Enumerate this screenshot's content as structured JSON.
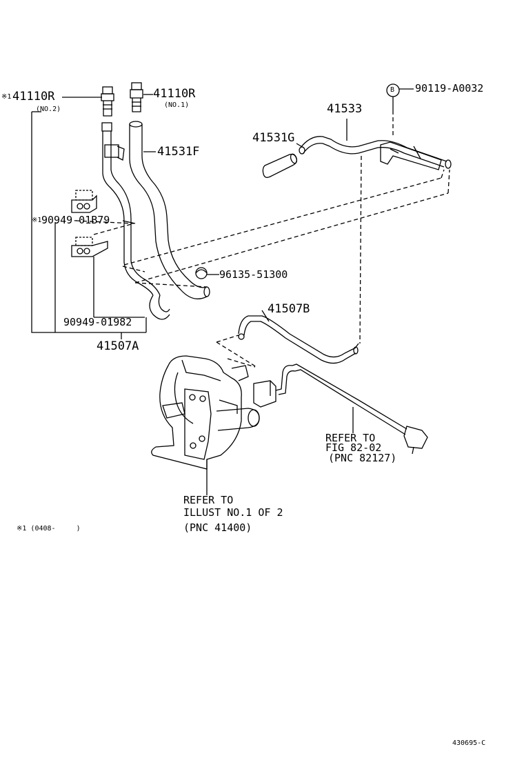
{
  "labels": {
    "p41110r_no2_mark": "※1",
    "p41110r_no2": "41110R",
    "p41110r_no2_sub": "(NO.2)",
    "p41110r_no1": "41110R",
    "p41110r_no1_sub": "(NO.1)",
    "p41531f": "41531F",
    "p90949_01b79_mark": "※1",
    "p90949_01b79": "90949-01B79",
    "p90949_01982": "90949-01982",
    "p41507a": "41507A",
    "p41531g": "41531G",
    "p41533": "41533",
    "bolt_marker": "B",
    "p90119_a0032": "90119-A0032",
    "p96135_51300": "96135-51300",
    "p41507b": "41507B",
    "refer_fig_line1": "REFER TO",
    "refer_fig_line2": "FIG 82-02",
    "refer_fig_line3": "(PNC 82127)",
    "refer_illust_line1": "REFER TO",
    "refer_illust_line2": "ILLUST NO.1 OF 2",
    "refer_illust_line3": "(PNC 41400)",
    "footnote": "※1 (0408-     )",
    "figure_code": "430695-C"
  }
}
